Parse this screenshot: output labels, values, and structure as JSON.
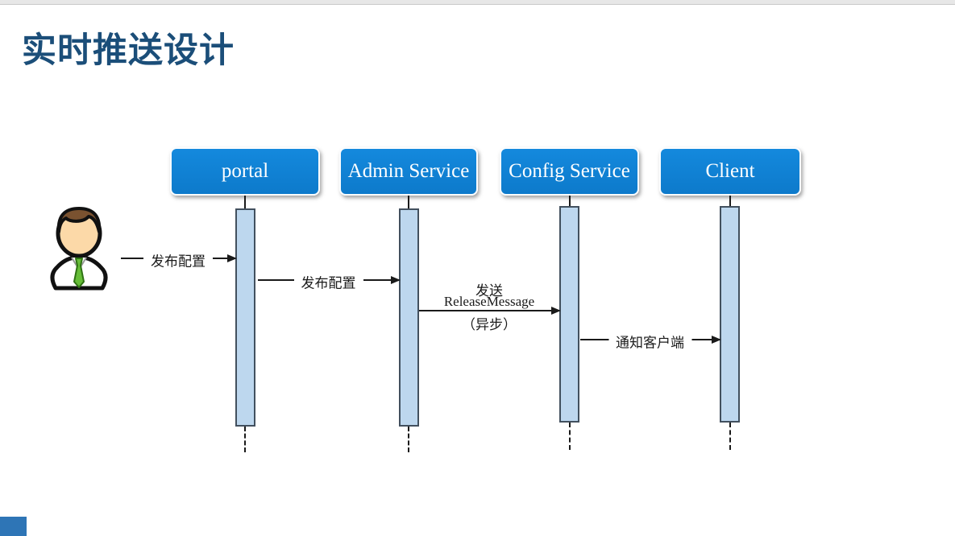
{
  "page": {
    "title": "实时推送设计",
    "title_color": "#1b4e79",
    "background_color": "#ffffff"
  },
  "diagram": {
    "actors": [
      {
        "id": "portal",
        "label": "portal"
      },
      {
        "id": "admin-service",
        "label": "Admin Service"
      },
      {
        "id": "config-service",
        "label": "Config Service"
      },
      {
        "id": "client",
        "label": "Client"
      }
    ],
    "actor_box_color": "#0f80d2",
    "actor_text_color": "#ffffff",
    "activation_fill": "#bdd7ee",
    "activation_border": "#42505e",
    "line_color": "#1a1a1a",
    "user_icon": "person-icon",
    "messages": [
      {
        "from": "user",
        "to": "portal",
        "label": "发布配置"
      },
      {
        "from": "portal",
        "to": "admin-service",
        "label": "发布配置"
      },
      {
        "from": "admin-service",
        "to": "config-service",
        "label_lines": [
          "发送",
          "ReleaseMessage",
          "（异步）"
        ]
      },
      {
        "from": "config-service",
        "to": "client",
        "label": "通知客户端"
      }
    ],
    "accent_square_color": "#2e75b6"
  }
}
